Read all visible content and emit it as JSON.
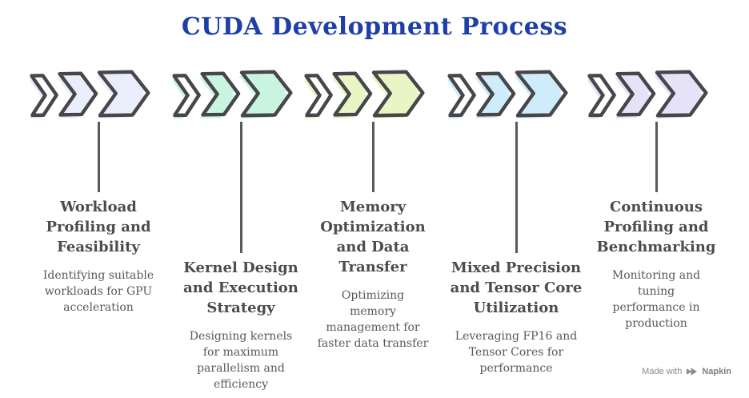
{
  "page": {
    "title": "CUDA Development Process",
    "background": "#ffffff"
  },
  "colors": {
    "title": "#1e3fa9",
    "outline": "#47474b",
    "heading": "#4c4c4e",
    "body": "#58585a",
    "connector": "#5a5a5e"
  },
  "stages": [
    {
      "icon": "triple-chevron-arrow-icon",
      "color": "#e9edfc",
      "title": "Workload\nProfiling and\nFeasibility",
      "description": "Identifying suitable\nworkloads for GPU\nacceleration"
    },
    {
      "icon": "triple-chevron-arrow-icon",
      "color": "#c9f5e0",
      "title": "Kernel Design\nand Execution\nStrategy",
      "description": "Designing kernels\nfor maximum\nparallelism and\nefficiency"
    },
    {
      "icon": "triple-chevron-arrow-icon",
      "color": "#eaf5c5",
      "title": "Memory\nOptimization\nand Data\nTransfer",
      "description": "Optimizing\nmemory\nmanagement for\nfaster data transfer"
    },
    {
      "icon": "triple-chevron-arrow-icon",
      "color": "#cfecfb",
      "title": "Mixed Precision\nand Tensor Core\nUtilization",
      "description": "Leveraging FP16 and\nTensor Cores for\nperformance"
    },
    {
      "icon": "triple-chevron-arrow-icon",
      "color": "#e6e2f8",
      "title": "Continuous\nProfiling and\nBenchmarking",
      "description": "Monitoring and\ntuning\nperformance in\nproduction"
    }
  ],
  "watermark": {
    "prefix": "Made with",
    "brand": "Napkin",
    "logo": "napkin-logo-icon"
  }
}
